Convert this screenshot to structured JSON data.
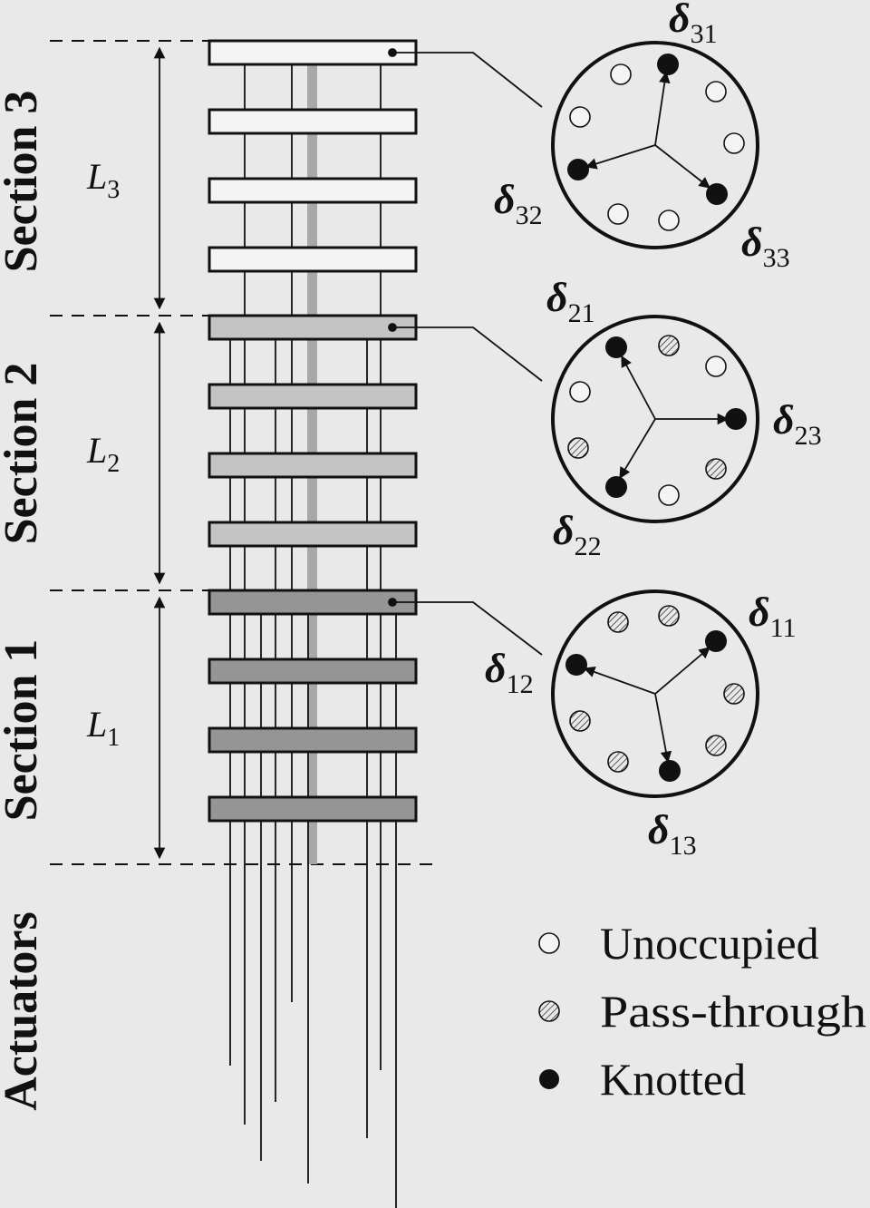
{
  "sections": [
    {
      "label": "Section 3",
      "length_label": "L",
      "length_sub": "3"
    },
    {
      "label": "Section 2",
      "length_label": "L",
      "length_sub": "2"
    },
    {
      "label": "Section 1",
      "length_label": "L",
      "length_sub": "1"
    }
  ],
  "actuators_label": "Actuators",
  "deltas": {
    "d31": {
      "symbol": "δ",
      "sub": "31"
    },
    "d32": {
      "symbol": "δ",
      "sub": "32"
    },
    "d33": {
      "symbol": "δ",
      "sub": "33"
    },
    "d21": {
      "symbol": "δ",
      "sub": "21"
    },
    "d22": {
      "symbol": "δ",
      "sub": "22"
    },
    "d23": {
      "symbol": "δ",
      "sub": "23"
    },
    "d11": {
      "symbol": "δ",
      "sub": "11"
    },
    "d12": {
      "symbol": "δ",
      "sub": "12"
    },
    "d13": {
      "symbol": "δ",
      "sub": "13"
    }
  },
  "legend": [
    {
      "label": "Unoccupied",
      "marker": "open-circle"
    },
    {
      "label": "Pass-through",
      "marker": "hatched-circle"
    },
    {
      "label": "Knotted",
      "marker": "filled-circle"
    }
  ],
  "colors": {
    "background": "#e9e9e9",
    "section3_disk": "#f4f4f4",
    "section2_disk": "#c4c4c4",
    "section1_disk": "#959595",
    "backbone": "#a8a8a8",
    "ink": "#111111"
  }
}
